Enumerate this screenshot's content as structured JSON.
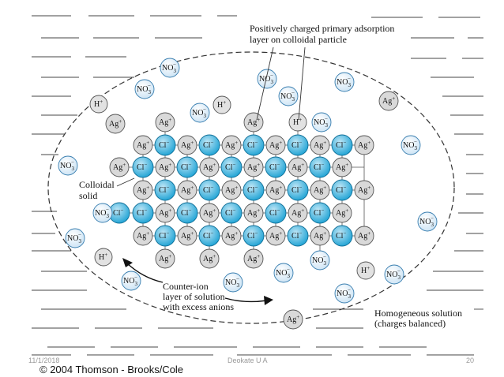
{
  "colors": {
    "chloride_fill": "#26a6d6",
    "chloride_fill_light": "#bfe6f6",
    "silver_fill": "#d9d9d9",
    "nitrate_fill": "#cfe5f5",
    "hydrogen_fill": "#e2e2e2",
    "line": "#555555"
  },
  "labels": {
    "primary_layer": [
      "Positively charged primary adsorption",
      "layer on colloidal particle"
    ],
    "colloidal_solid": [
      "Colloidal",
      "solid"
    ],
    "counter_ion": [
      "Counter-ion",
      "layer of solution",
      "with excess anions"
    ],
    "homogeneous": [
      "Homogeneous solution",
      "(charges balanced)"
    ]
  },
  "ions": {
    "ag": {
      "base": "Ag",
      "sup": "+",
      "icon": "silver-ion-icon"
    },
    "cl": {
      "base": "Cl",
      "sup": "−",
      "icon": "chloride-ion-icon"
    },
    "h": {
      "base": "H",
      "sup": "+",
      "icon": "hydrogen-ion-icon"
    },
    "no3": {
      "base": "NO",
      "sub": "3",
      "sup": "−",
      "icon": "nitrate-ion-icon"
    }
  },
  "footer": {
    "date": "11/1/2018",
    "author": "Deokate U A",
    "page": "20",
    "copyright": "© 2004 Thomson - Brooks/Cole"
  }
}
